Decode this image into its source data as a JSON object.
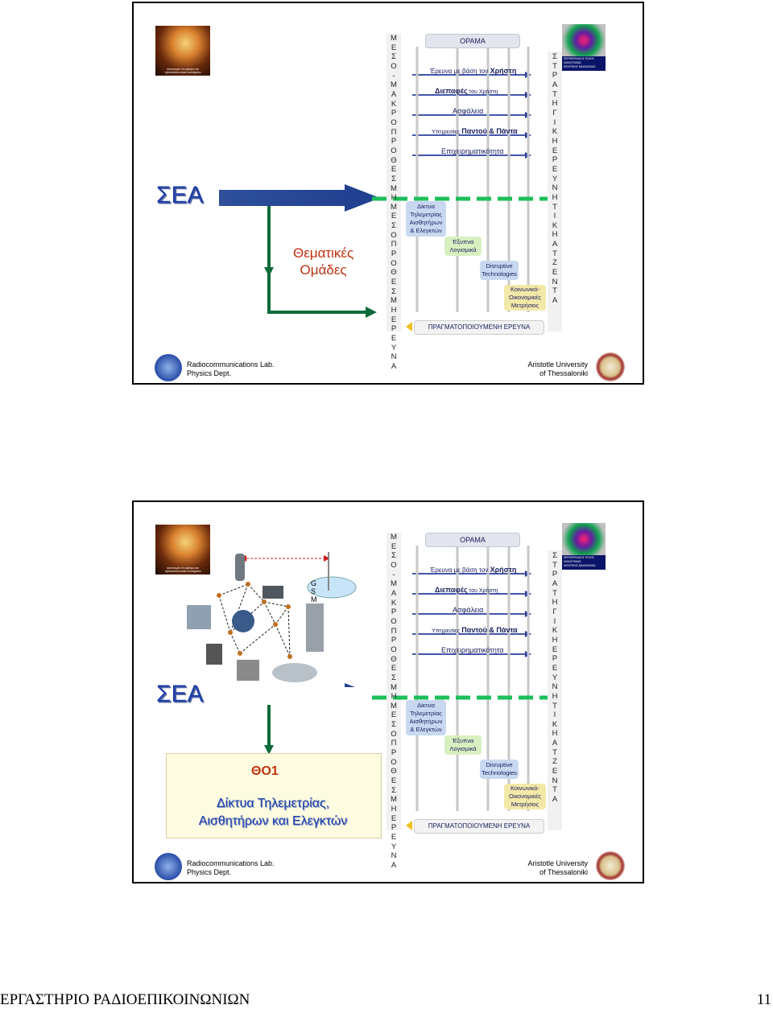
{
  "slide1": {
    "sea": "ΣΕΑ",
    "group_line1": "Θεματικές",
    "group_line2": "Ομάδες"
  },
  "slide2": {
    "sea": "ΣΕΑ",
    "gsm": "GSM",
    "theme_code": "ΘΟ1",
    "theme_line1": "Δίκτυα Τηλεμετρίας,",
    "theme_line2": "Αισθητήρων και Ελεγκτών"
  },
  "diagram": {
    "left_column_letters": [
      "Μ",
      "Ε",
      "Σ",
      "Ο",
      "-",
      "Μ",
      "Α",
      "Κ",
      "Ρ",
      "Ο",
      "Π",
      "Ρ",
      "Ο",
      "Θ",
      "Ε",
      "Σ",
      "Μ",
      "Η",
      "Μ",
      "Ε",
      "Σ",
      "Ο",
      "Π",
      "Ρ",
      "Ο",
      "Θ",
      "Ε",
      "Σ",
      "Μ",
      "Η",
      "Ε",
      "Ρ",
      "Ε",
      "Υ",
      "Ν",
      "Α"
    ],
    "right_column_letters": [
      "Σ",
      "Τ",
      "Ρ",
      "Α",
      "Τ",
      "Η",
      "Γ",
      "Ι",
      "Κ",
      "Η",
      "Ε",
      "Ρ",
      "Ε",
      "Υ",
      "Ν",
      "Η",
      "Τ",
      "Ι",
      "Κ",
      "Η",
      "Α",
      "Τ",
      "Ζ",
      "Ε",
      "Ν",
      "Τ",
      "Α"
    ],
    "vision": "ΟΡΑΜΑ",
    "row1_a": "Έρευνα με βάση τον ",
    "row1_b": "Χρήστη",
    "row2_a": "Διεπαφές",
    "row2_b": " του Χρήστη",
    "row3": "Ασφάλεια",
    "row4_a": "Υπηρεσίες ",
    "row4_b": "Παντού & Πάντα",
    "row5": "Επιχειρηματικότητα",
    "box1": [
      "Δίκτυα",
      "Τηλεμετρίας",
      "Αισθητήρων",
      "& Ελεγκτών"
    ],
    "box2": [
      "Έξυπνα",
      "Λογισμικά"
    ],
    "box3": [
      "Disruptive",
      "Technologies"
    ],
    "box4": [
      "Κοινωνικό-",
      "Οικονομικές",
      "Μετρήσεις"
    ],
    "bottom_bar": "ΠΡΑΓΜΑΤΟΠΟΙΟΥΜΕΝΗ ΕΡΕΥΝΑ",
    "photo_caption_1": "καινοτομία στο φάσμα και",
    "photo_caption_2": "τηλεπικοινωνιακά συστήματα",
    "region_logo": [
      "ΠΕΡΙΦΕΡΕΙΑΚΟΣ ΠΟΛΟΣ",
      "ΚΑΙΝΟΤΟΜΙΑΣ",
      "ΚΕΝΤΡΙΚΗΣ ΜΑΚΕΔΟΝΙΑΣ"
    ]
  },
  "footer": {
    "lab_line1": "Radiocommunications Lab.",
    "lab_line2": "Physics Dept.",
    "uni_line1": "Aristotle University",
    "uni_line2": "of Thessaloniki"
  },
  "page": {
    "footer_title": "ΕΡΓΑΣΤΗΡΙΟ ΡΑΔΙΟΕΠΙΚΟΙΝΩΝΙΩΝ",
    "page_number": "11"
  }
}
